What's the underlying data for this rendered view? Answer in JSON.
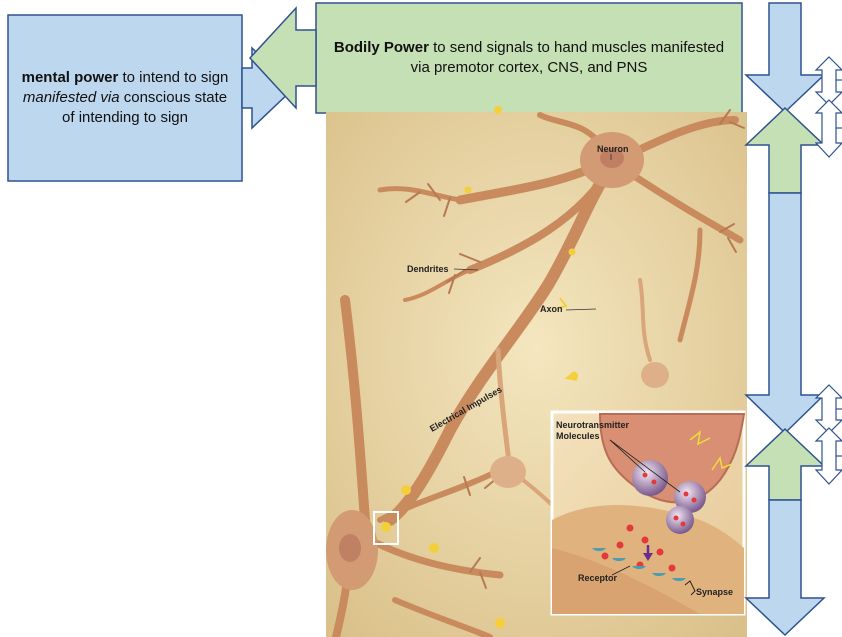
{
  "mental_box": {
    "bold": "mental power",
    "text1": " to intend to sign",
    "italic": "manifested via",
    "text2": " conscious state of intending to sign"
  },
  "bodily_box": {
    "bold": "Bodily Power",
    "text": " to send signals to hand muscles manifested via premotor cortex, CNS, and PNS"
  },
  "illustration_labels": {
    "neuron": "Neuron",
    "dendrites": "Dendrites",
    "axon": "Axon",
    "electrical_impulses": "Electrical Impulses",
    "neurotransmitter_line1": "Neurotransmitter",
    "neurotransmitter_line2": "Molecules",
    "receptor": "Receptor",
    "synapse": "Synapse"
  },
  "colors": {
    "blue_fill": "#bdd7ee",
    "green_fill": "#c5e0b4",
    "stroke": "#2f528f"
  }
}
